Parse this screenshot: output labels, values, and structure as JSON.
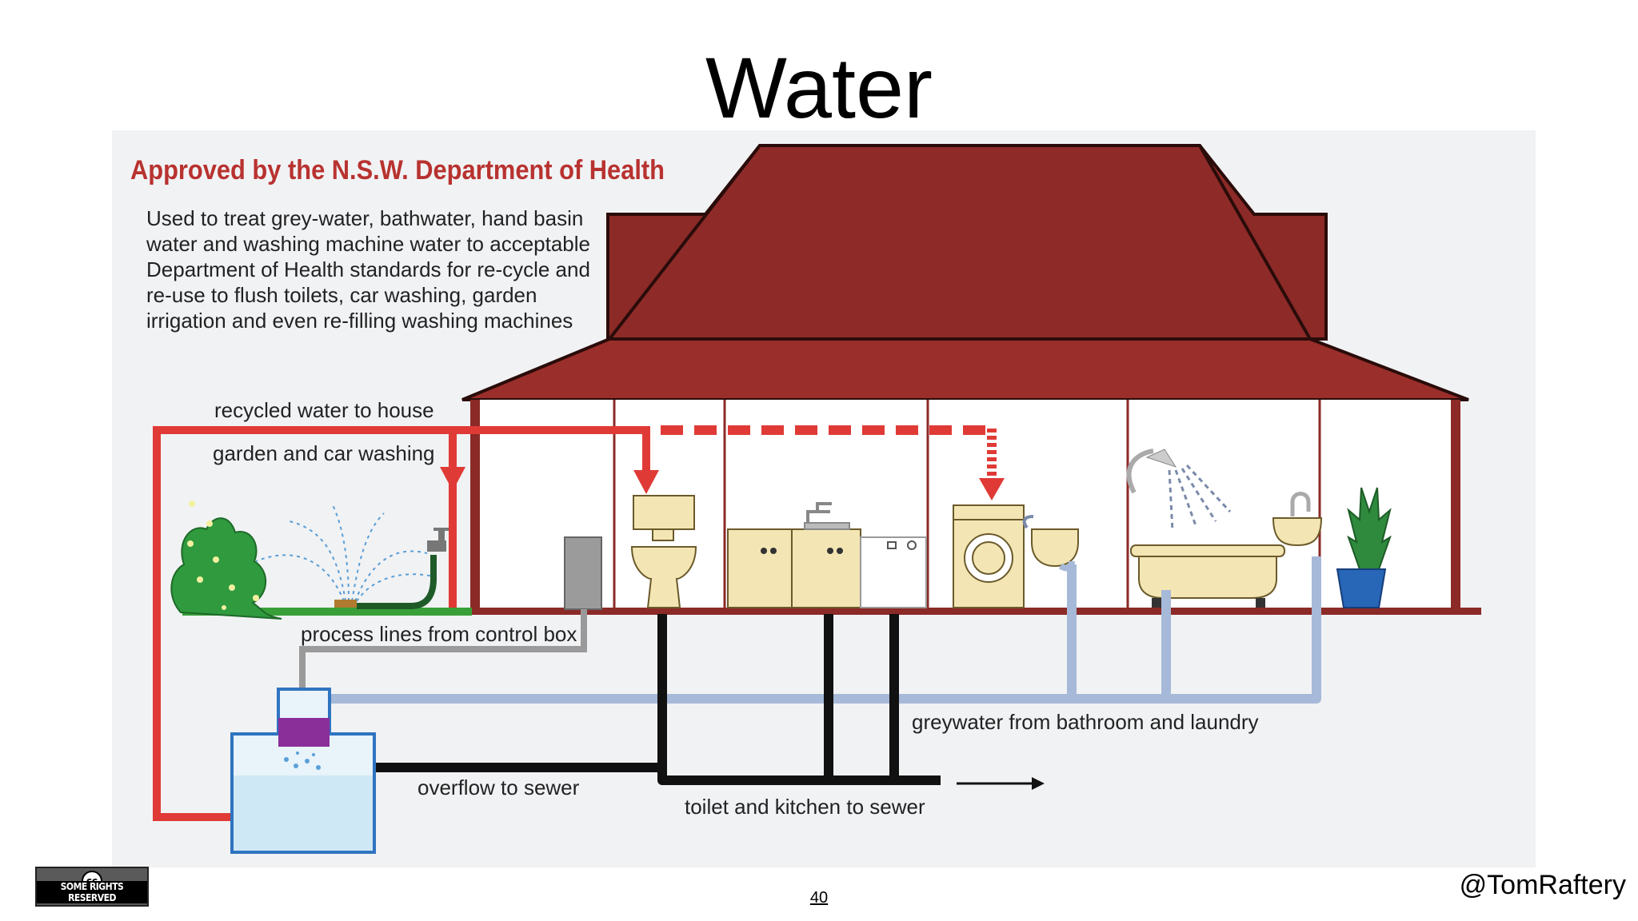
{
  "slide": {
    "title": "Water",
    "page_number": "40",
    "author": "@TomRaftery",
    "license": {
      "icon": "creative-commons-icon",
      "symbol": "cc",
      "text": "SOME RIGHTS RESERVED"
    }
  },
  "diagram": {
    "heading": "Approved by the N.S.W. Department of Health",
    "description_lines": [
      "Used to treat grey-water,  bathwater, hand basin",
      "water and washing machine water to acceptable",
      "Department of Health standards for re-cycle and",
      "re-use  to  flush  toilets,  car  washing,  garden",
      "irrigation and  even  re-filling  washing machines"
    ],
    "labels": {
      "recycled_water": "recycled water to house",
      "garden": "garden and car washing",
      "process_lines": "process lines from control box",
      "greywater": "greywater from bathroom and laundry",
      "overflow": "overflow to sewer",
      "toilet_kitchen": "toilet and kitchen to sewer"
    },
    "colors": {
      "roof": "#8b2a27",
      "recycled_pipe": "#e03a36",
      "greywater_pipe": "#a7b9d8",
      "sewer_pipe": "#111111",
      "heading": "#b8322f",
      "fixtures": "#f3e6b4",
      "tank_water": "#cfe8f5"
    }
  }
}
